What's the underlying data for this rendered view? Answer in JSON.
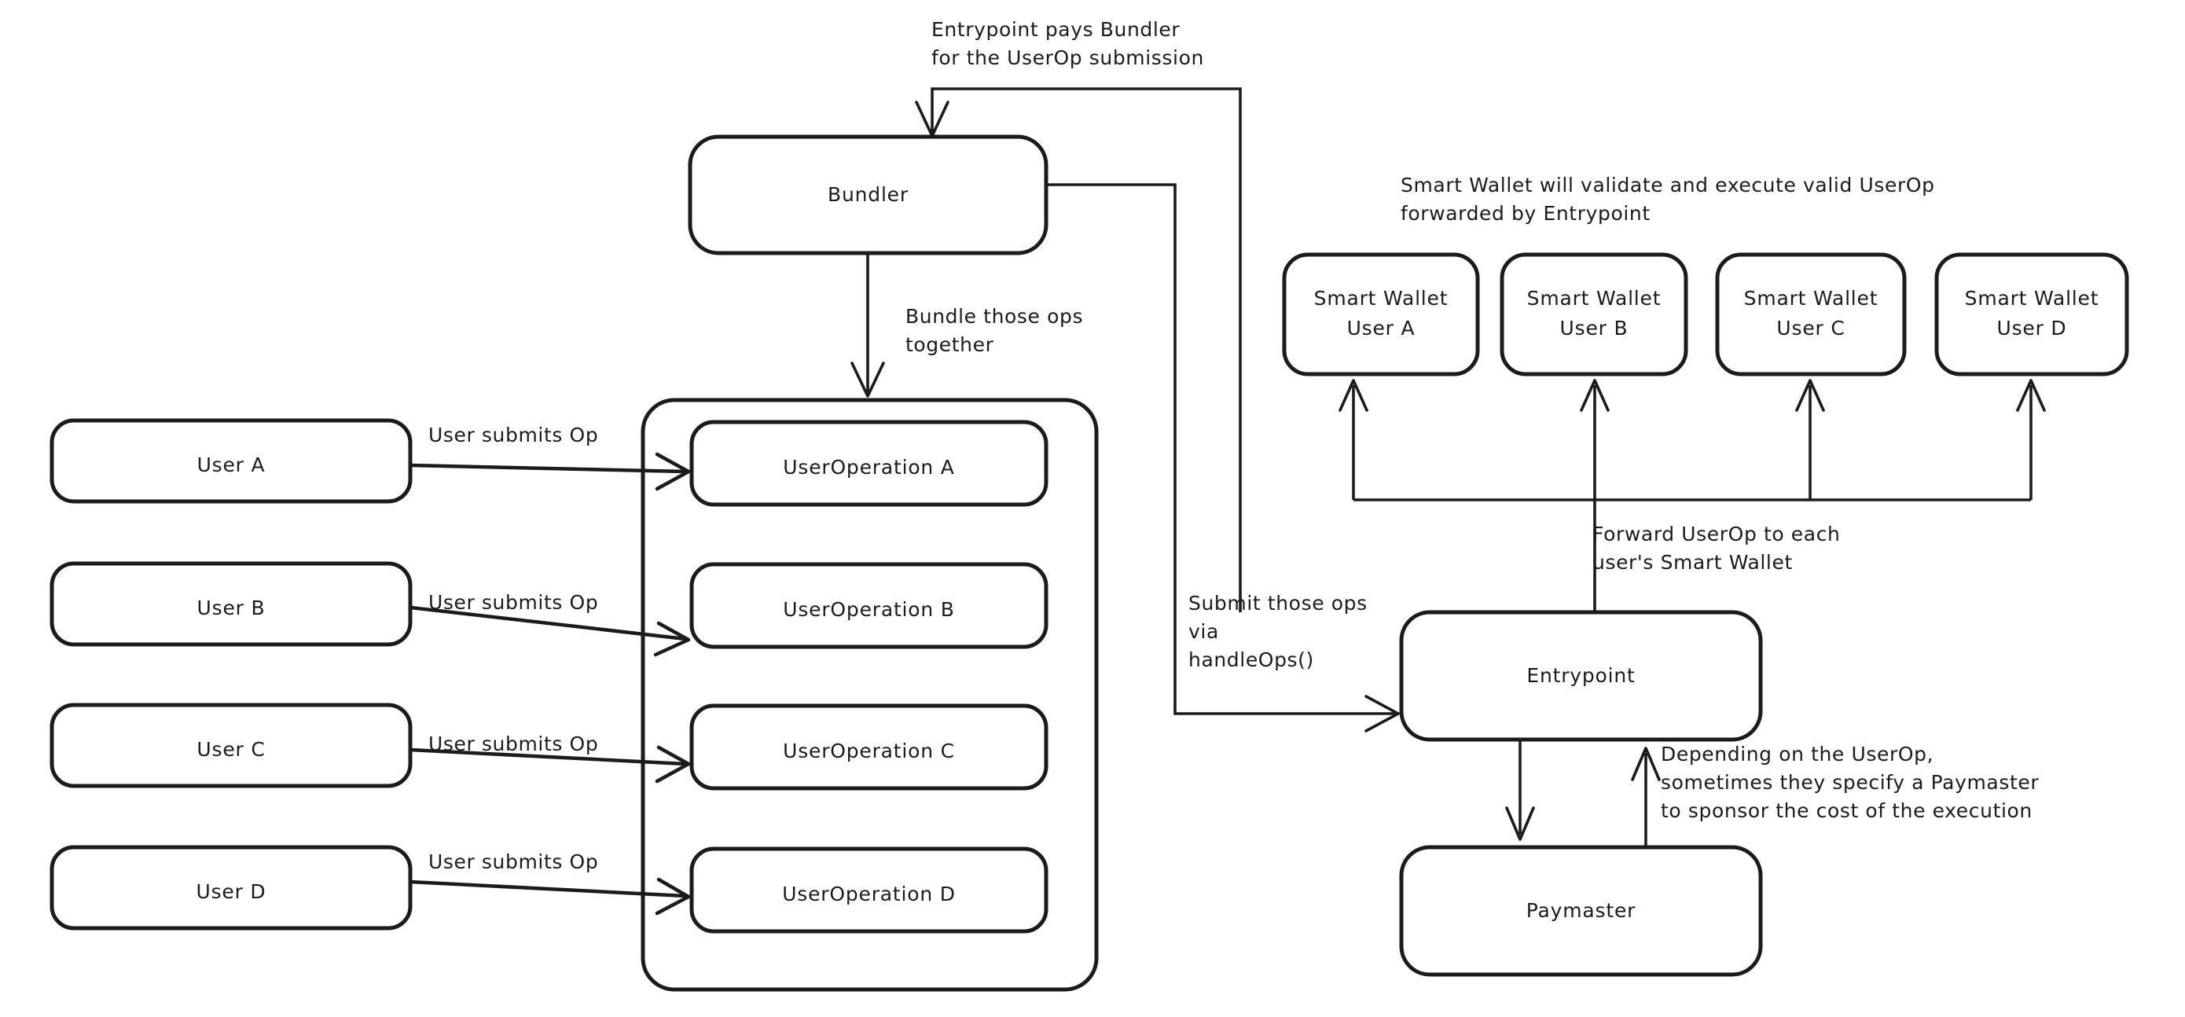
{
  "diagram": {
    "title": "ERC-4337 Account Abstraction UserOperation flow",
    "stroke_color": "#1b1b1b",
    "background_color": "#ffffff"
  },
  "users": [
    {
      "label": "User A"
    },
    {
      "label": "User B"
    },
    {
      "label": "User C"
    },
    {
      "label": "User D"
    }
  ],
  "user_edge_labels": [
    "User submits Op",
    "User submits Op",
    "User submits Op",
    "User submits Op"
  ],
  "userops": [
    {
      "label": "UserOperation A"
    },
    {
      "label": "UserOperation B"
    },
    {
      "label": "UserOperation C"
    },
    {
      "label": "UserOperation D"
    }
  ],
  "bundler": {
    "label": "Bundler"
  },
  "entrypoint": {
    "label": "Entrypoint"
  },
  "paymaster": {
    "label": "Paymaster"
  },
  "smart_wallets": [
    {
      "label": "Smart Wallet\nUser A"
    },
    {
      "label": "Smart Wallet\nUser B"
    },
    {
      "label": "Smart Wallet\nUser C"
    },
    {
      "label": "Smart Wallet\nUser D"
    }
  ],
  "notes": {
    "entrypoint_pays_bundler": "Entrypoint pays Bundler\nfor the UserOp submission",
    "bundle_those_ops": "Bundle those ops\ntogether",
    "smart_wallet_validate": "Smart Wallet will validate and execute valid UserOp\nforwarded by Entrypoint",
    "forward_userop": "Forward UserOp to each\nuser's Smart Wallet",
    "submit_those_ops": "Submit those ops\nvia\nhandleOps()",
    "paymaster_note": "Depending on the UserOp,\nsometimes they specify a Paymaster\nto sponsor the cost of the execution"
  }
}
